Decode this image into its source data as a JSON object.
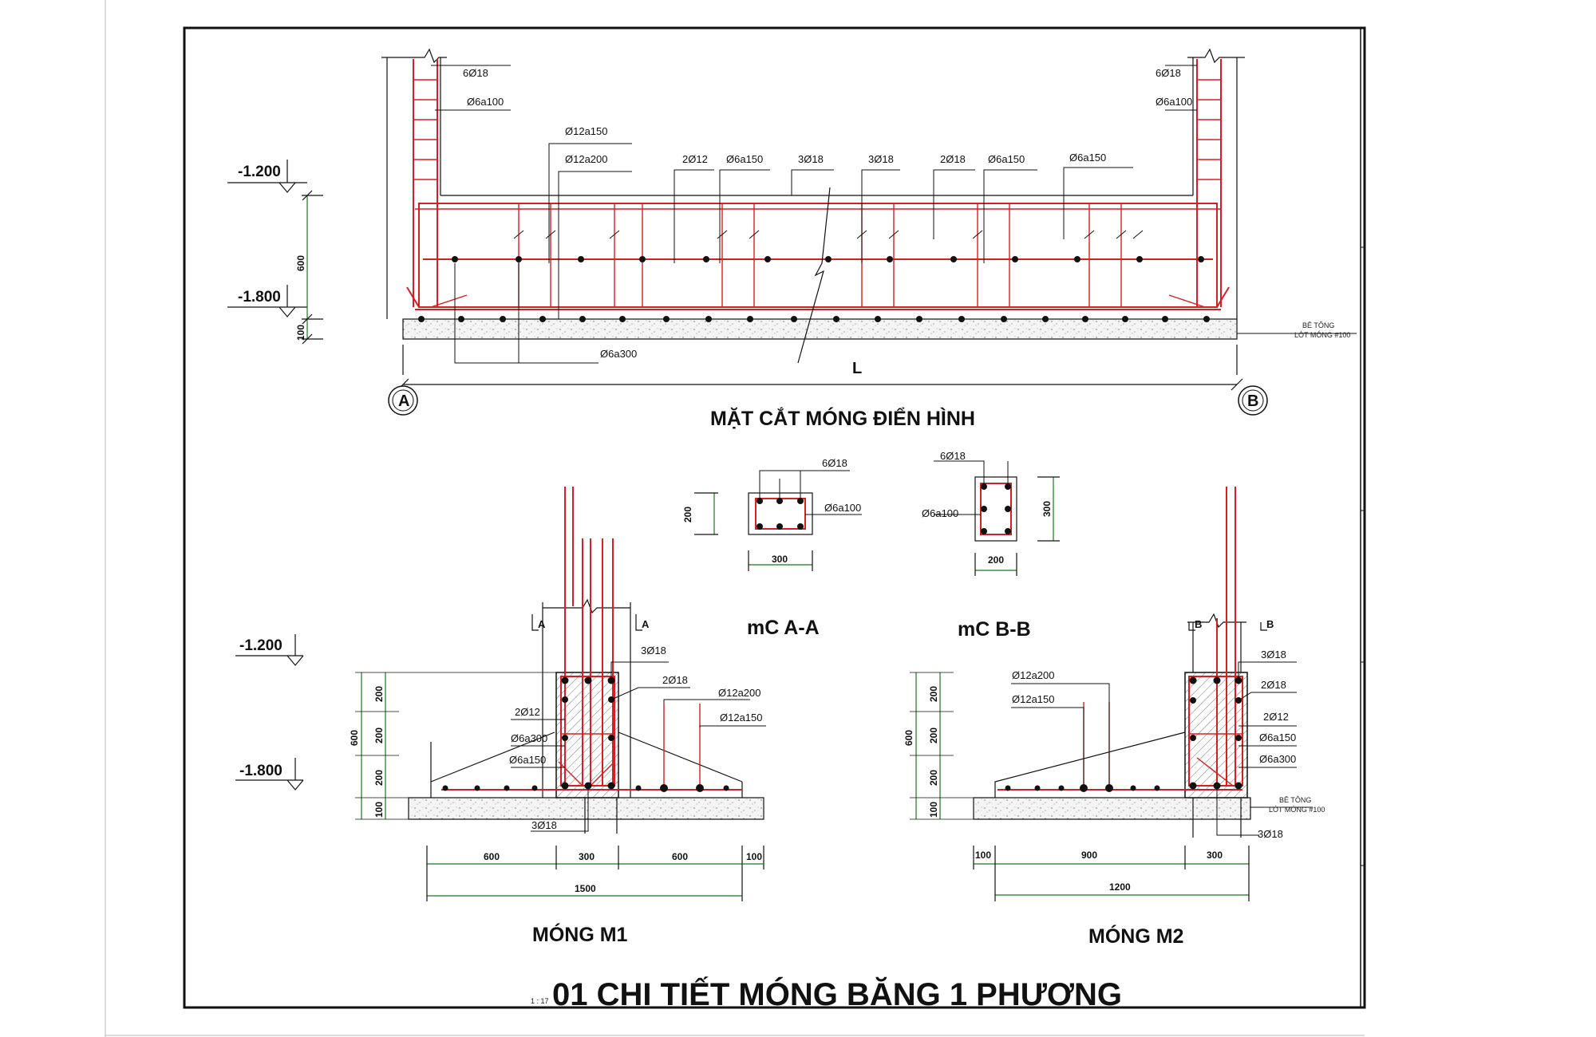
{
  "section": {
    "title": "MẶT CẮT MÓNG ĐIỂN HÌNH",
    "left_axis": "A",
    "right_axis": "B",
    "span_label": "L",
    "labels": {
      "col_bars_left": "6Ø18",
      "col_ties_left": "Ø6a100",
      "col_bars_right": "6Ø18",
      "col_ties_right": "Ø6a100",
      "slab_a": "Ø12a150",
      "slab_b": "Ø12a200",
      "side_left": "2Ø12",
      "stirrup_left": "Ø6a150",
      "top_left": "3Ø18",
      "top_right": "3Ø18",
      "side_right": "2Ø18",
      "stirrup_mid": "Ø6a150",
      "stirrup_right": "Ø6a150",
      "bottom_tie": "Ø6a300"
    },
    "elev_top": "-1.200",
    "elev_bottom": "-1.800",
    "dim_height": "600",
    "dim_lean": "100",
    "concrete_note_1": "BÊ TÔNG",
    "concrete_note_2": "LÓT MÓNG #100"
  },
  "section_aa": {
    "title": "mC A-A",
    "bars": "6Ø18",
    "ties": "Ø6a100",
    "dim_h": "200",
    "dim_w": "300"
  },
  "section_bb": {
    "title": "mC B-B",
    "bars": "6Ø18",
    "ties": "Ø6a100",
    "dim_h": "300",
    "dim_w": "200"
  },
  "m1": {
    "title": "MÓNG M1",
    "cut_mark": "A",
    "elev_top": "-1.200",
    "elev_bottom": "-1.800",
    "labels": {
      "top": "3Ø18",
      "mid": "2Ø18",
      "slab_a": "Ø12a200",
      "slab_b": "Ø12a150",
      "side": "2Ø12",
      "tie": "Ø6a300",
      "stirrup": "Ø6a150",
      "bottom": "3Ø18"
    },
    "dims_v": [
      "200",
      "200",
      "200",
      "100"
    ],
    "dim_total_v": "600",
    "dims_h": [
      "600",
      "300",
      "600",
      "100"
    ],
    "dim_total_h": "1500"
  },
  "m2": {
    "title": "MÓNG M2",
    "cut_mark": "B",
    "labels": {
      "slab_a": "Ø12a200",
      "slab_b": "Ø12a150",
      "top": "3Ø18",
      "mid": "2Ø18",
      "side": "2Ø12",
      "stirrup": "Ø6a150",
      "tie": "Ø6a300",
      "bottom": "3Ø18"
    },
    "dims_v": [
      "200",
      "200",
      "200",
      "100"
    ],
    "dim_total_v": "600",
    "dims_h": [
      "100",
      "900",
      "300"
    ],
    "dim_total_h": "1200",
    "concrete_note_1": "BÊ TÔNG",
    "concrete_note_2": "LÓT MÓNG #100"
  },
  "sheet": {
    "scale": "1 : 17",
    "title": "01 CHI TIẾT MÓNG BĂNG 1 PHƯƠNG"
  },
  "colors": {
    "rebar": "#d42020",
    "dimension": "#1a7a1a",
    "linework": "#111111"
  }
}
